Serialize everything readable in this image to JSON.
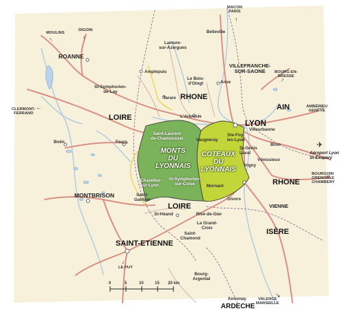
{
  "colors": {
    "background": "#f7f1dc",
    "monts_du_lyonnais": "#7bb35a",
    "coteaux_du_lyonnais": "#c3d639",
    "roads": "#d98f83",
    "rivers": "#a8c8e3",
    "boundary": "#7a5a7a"
  },
  "icons": {
    "airport": "airplane-icon",
    "direction": "arrow-icon"
  },
  "labels": {
    "macon_paris": "MACON\nPARIS",
    "moulins": "MOULINS",
    "digoin": "DIGOIN",
    "roanne": "ROANNE",
    "belleville": "Belleville",
    "lamure": "Lamure-\nsur-Azergues",
    "villefranche": "VILLEFRANCHE-\nSUR-SAONE",
    "bourg_en_bresse": "BOURG-EN-\nBRESSE",
    "amplepuis": "Amplepuis",
    "le_bois_dingt": "Le Bois-\nd'Oingt",
    "anse": "Anse",
    "st_symphorien_de_lay": "St-Symphorien-\nde-Lay",
    "tarare": "Tarare",
    "rhone_north": "RHONE",
    "ain": "AIN",
    "amberieu": "AMBÉRIEU\nGENÈVE",
    "clermont": "CLERMONT-\nFERRAND",
    "loire_north": "LOIRE",
    "larbresle": "L'Arbresle",
    "lyon": "LYON",
    "villeurbanne": "Villeurbanne",
    "boen": "Boën",
    "feurs": "Feurs",
    "st_laurent": "Saint-Laurent\nde-Chamousset",
    "vaugneray": "Vaugneray",
    "ste_foy": "Ste-Foy-\nles-Lyon",
    "bron": "Bron",
    "st_genis": "St-Genis\nLaval",
    "monts": "MONTS\nDU\nLYONNAIS",
    "coteaux": "COTEAUX\nDU\nLYONNAIS",
    "venissieux": "Vénissieux",
    "airport": "Aéroport Lyon\nSt-Exupéry",
    "irigny": "Irigny",
    "rhone_east": "RHONE",
    "bourgoin": "BOURGOIN\nGRENOBLE\nCHAMBERY",
    "chazelles": "Chazelles-\nsur-Lyon",
    "st_symphorien_coise": "St-Symphorien-\nsur-Coise",
    "mornant": "Mornant",
    "montbrison": "MONTBRISON",
    "st_galmier": "Saint-\nGalmier",
    "loire_south": "LOIRE",
    "givors": "Givors",
    "vienne": "VIENNE",
    "st_heand": "St-Héand",
    "rive_de_gier": "Rive-de-Gier",
    "la_grand_croix": "La Grand-\nCroix",
    "isere": "ISÈRE",
    "st_chamond": "Saint-\nChamond",
    "st_etienne": "SAINT-ETIENNE",
    "le_puy": "LE PUY",
    "bourg_argental": "Bourg-\nArgental",
    "annonay": "Annonay",
    "valence": "VALENCE\nMARSEILLE",
    "ardeche": "ARDECHE"
  },
  "scale": {
    "ticks": [
      "0",
      "5",
      "10",
      "15",
      "20 km"
    ]
  }
}
